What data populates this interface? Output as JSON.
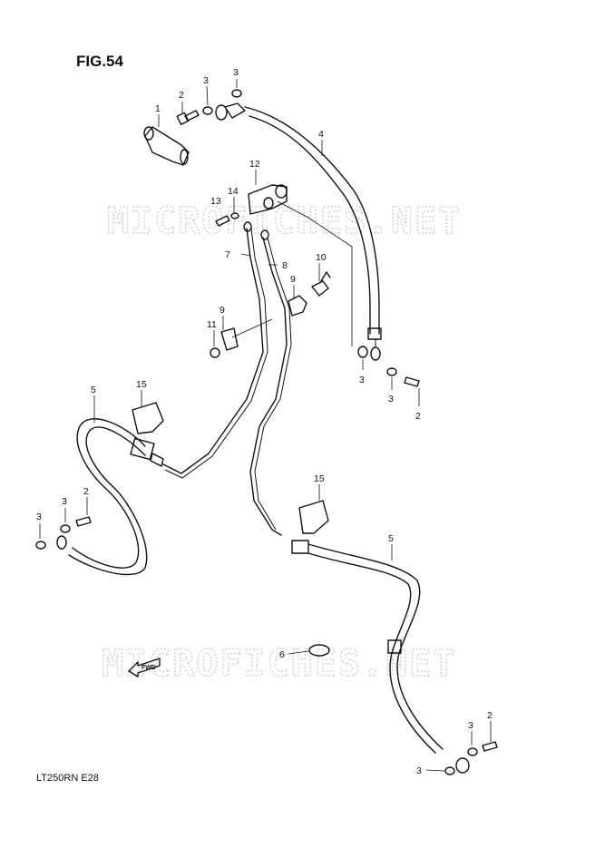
{
  "figure": {
    "title": "FIG.54",
    "model_code": "LT250RN  E28",
    "watermark_top": "MICROFICHES.NET",
    "watermark_bottom": "MICROFICHES.NET",
    "fwd_label": "FWD"
  },
  "callouts": [
    {
      "id": "c1",
      "text": "1"
    },
    {
      "id": "c2a",
      "text": "2"
    },
    {
      "id": "c3a",
      "text": "3"
    },
    {
      "id": "c3b",
      "text": "3"
    },
    {
      "id": "c4",
      "text": "4"
    },
    {
      "id": "c12",
      "text": "12"
    },
    {
      "id": "c13",
      "text": "13"
    },
    {
      "id": "c14",
      "text": "14"
    },
    {
      "id": "c7",
      "text": "7"
    },
    {
      "id": "c8",
      "text": "8"
    },
    {
      "id": "c10",
      "text": "10"
    },
    {
      "id": "c9a",
      "text": "9"
    },
    {
      "id": "c9b",
      "text": "9"
    },
    {
      "id": "c11",
      "text": "11"
    },
    {
      "id": "c3c",
      "text": "3"
    },
    {
      "id": "c3d",
      "text": "3"
    },
    {
      "id": "c2b",
      "text": "2"
    },
    {
      "id": "c5a",
      "text": "5"
    },
    {
      "id": "c15a",
      "text": "15"
    },
    {
      "id": "c3e",
      "text": "3"
    },
    {
      "id": "c3f",
      "text": "3"
    },
    {
      "id": "c2c",
      "text": "2"
    },
    {
      "id": "c15b",
      "text": "15"
    },
    {
      "id": "c5b",
      "text": "5"
    },
    {
      "id": "c6",
      "text": "6"
    },
    {
      "id": "c3g",
      "text": "3"
    },
    {
      "id": "c2d",
      "text": "2"
    },
    {
      "id": "c3h",
      "text": "3"
    }
  ]
}
